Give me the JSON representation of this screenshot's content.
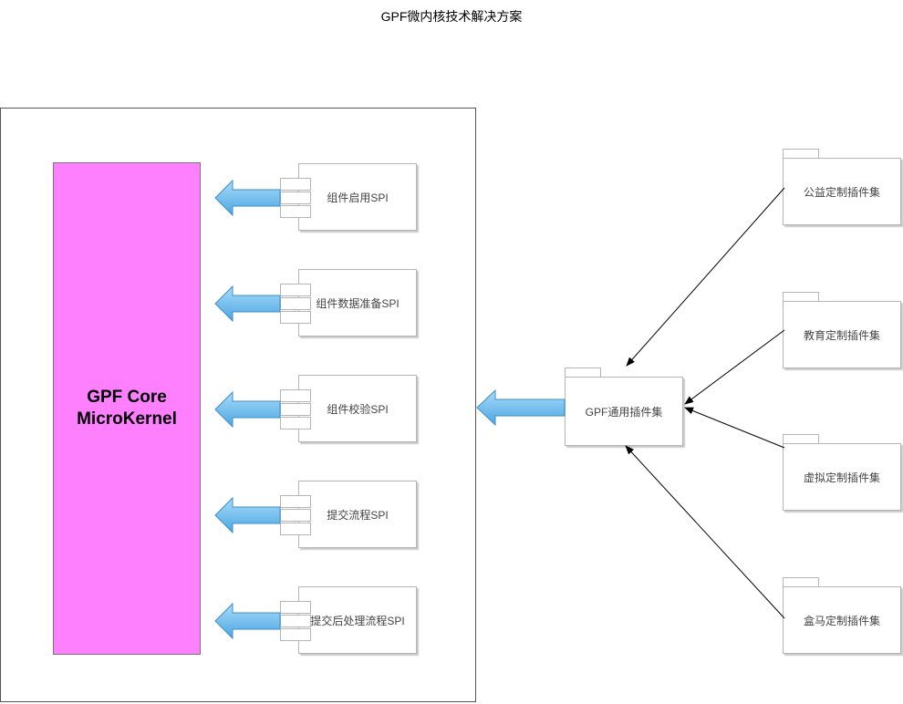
{
  "title": "GPF微内核技术解决方案",
  "core": {
    "line1": "GPF Core",
    "line2": "MicroKernel"
  },
  "spis": [
    {
      "label": "组件启用SPI"
    },
    {
      "label": "组件数据准备SPI"
    },
    {
      "label": "组件校验SPI"
    },
    {
      "label": "提交流程SPI"
    },
    {
      "label": "提交后处理流程SPI"
    }
  ],
  "common_plugins": {
    "label": "GPF通用插件集"
  },
  "custom_plugins": [
    {
      "label": "公益定制插件集"
    },
    {
      "label": "教育定制插件集"
    },
    {
      "label": "虚拟定制插件集"
    },
    {
      "label": "盒马定制插件集"
    }
  ],
  "colors": {
    "core_fill": "#ff80ff",
    "arrow_fill": "#5fb4ea"
  }
}
